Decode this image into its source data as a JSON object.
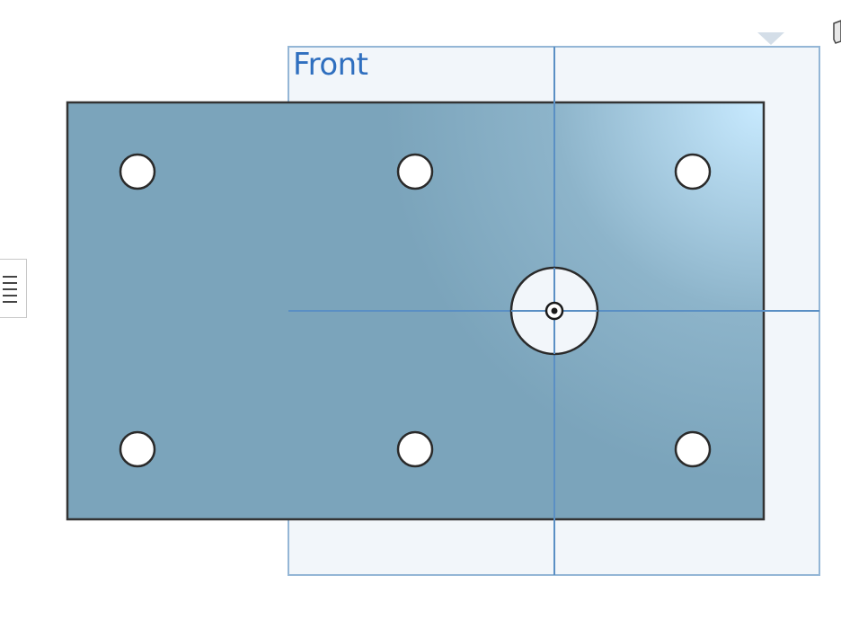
{
  "viewport": {
    "plane_label": "Front",
    "plane_label_color": "#2f6fbf",
    "plane_fill": "#f2f6fa",
    "plane_border_color": "#94b6d6",
    "axis_color": "#5a8fc4",
    "part_color_main": "#7ba4bb",
    "part_color_highlight": "#c8eaff",
    "part_edge_color": "#333333"
  },
  "part": {
    "name": "plate",
    "small_holes": 6,
    "center_hole": 1
  },
  "icons": {
    "list_toggle": "list-icon",
    "view_cube": "view-cube-icon",
    "origin": "origin-icon",
    "plane_handle": "triangle-down-icon"
  }
}
